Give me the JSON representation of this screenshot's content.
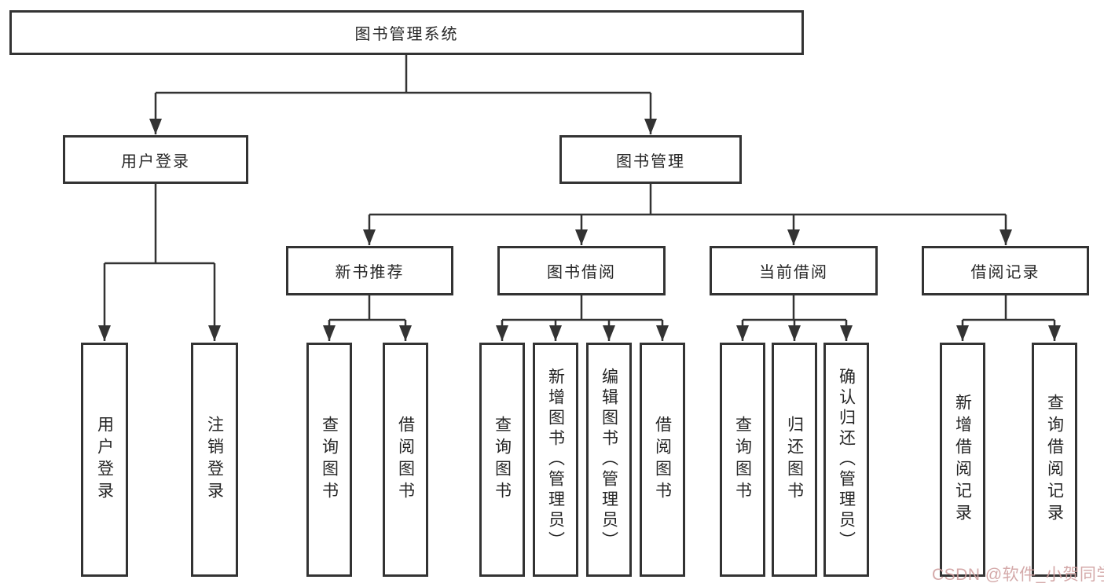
{
  "diagram": {
    "root": {
      "label": "图书管理系统",
      "children": [
        {
          "label": "用户登录",
          "children": [
            {
              "label": "用户登录"
            },
            {
              "label": "注销登录"
            }
          ]
        },
        {
          "label": "图书管理",
          "children": [
            {
              "label": "新书推荐",
              "children": [
                {
                  "label": "查询图书"
                },
                {
                  "label": "借阅图书"
                }
              ]
            },
            {
              "label": "图书借阅",
              "children": [
                {
                  "label": "查询图书"
                },
                {
                  "label": "新增图书（管理员）"
                },
                {
                  "label": "编辑图书（管理员）"
                },
                {
                  "label": "借阅图书"
                }
              ]
            },
            {
              "label": "当前借阅",
              "children": [
                {
                  "label": "查询图书"
                },
                {
                  "label": "归还图书"
                },
                {
                  "label": "确认归还（管理员）"
                }
              ]
            },
            {
              "label": "借阅记录",
              "children": [
                {
                  "label": "新增借阅记录"
                },
                {
                  "label": "查询借阅记录"
                }
              ]
            }
          ]
        }
      ]
    }
  },
  "watermark": {
    "text": "CSDN @软件_小贺同学"
  },
  "colors": {
    "line": "#333333",
    "box_bg": "#ffffff",
    "text": "#262626",
    "watermark": "#cf9e9e",
    "background": "#ffffff"
  }
}
